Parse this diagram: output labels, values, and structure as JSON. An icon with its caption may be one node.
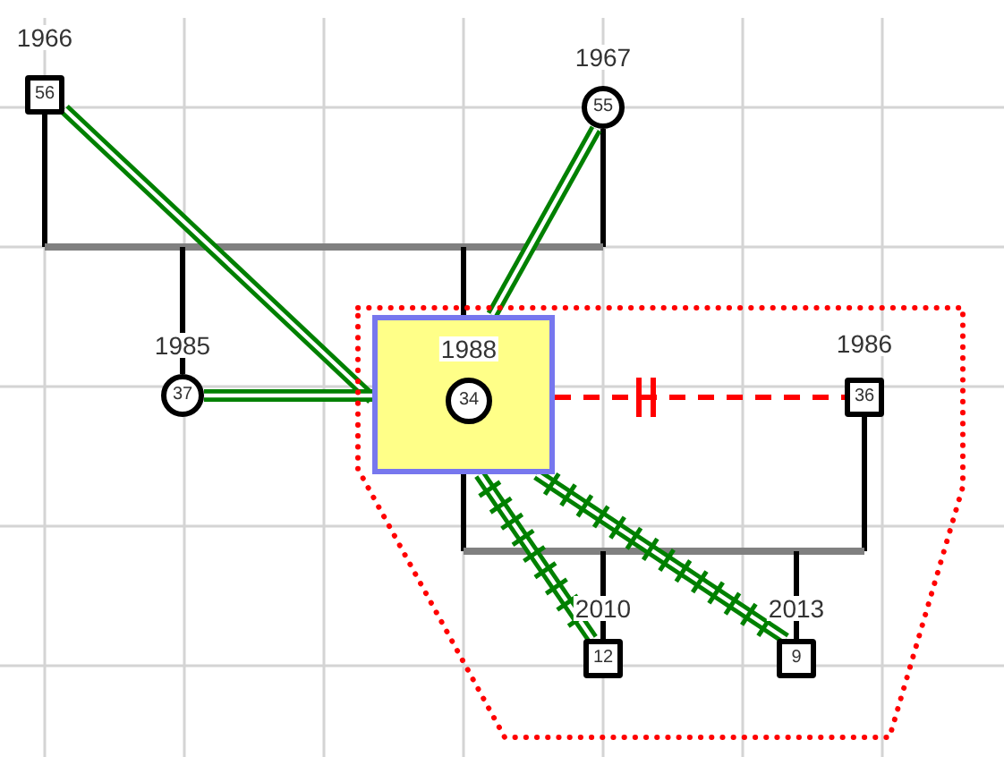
{
  "diagram": {
    "nodes": [
      {
        "text": [
          "56"
        ],
        "beside": [
          "1966"
        ]
      },
      {
        "text": [
          "55"
        ],
        "beside": [
          "1967"
        ]
      },
      {
        "text": [
          "37"
        ],
        "beside": [
          "1985"
        ]
      },
      {
        "text": [],
        "shape": "polygon"
      },
      {
        "text": [],
        "shape": "box",
        "in": 3
      },
      {
        "text": [
          "34"
        ],
        "beside": [
          "1988"
        ],
        "in": 4
      },
      {
        "text": [
          "36"
        ],
        "beside": [
          "1986"
        ],
        "in": 3
      },
      {
        "text": [
          "12"
        ],
        "beside": [
          "2010"
        ],
        "in": 3
      },
      {
        "text": [
          "9"
        ],
        "beside": [
          "2013"
        ],
        "in": 3
      }
    ],
    "edges": [
      {
        "from": 0,
        "to": 1,
        "arrow": "none",
        "color": "#808080"
      },
      {
        "from": null,
        "to": 2,
        "arrow": "none",
        "color": "#000000"
      },
      {
        "from": null,
        "to": 4,
        "arrow": "none",
        "color": "#000000"
      },
      {
        "from": 0,
        "to": 4,
        "arrow": "none",
        "color": "#008000"
      },
      {
        "from": 1,
        "to": 4,
        "arrow": "none",
        "color": "#008000"
      },
      {
        "from": 2,
        "to": 4,
        "arrow": "none",
        "color": "#008000"
      },
      {
        "from": 4,
        "to": 6,
        "arrow": "none",
        "style": "dashed",
        "color": "#ff0000"
      },
      {
        "from": 4,
        "to": 6,
        "arrow": "none",
        "color": "#808080"
      },
      {
        "from": null,
        "to": 7,
        "arrow": "none",
        "color": "#000000"
      },
      {
        "from": null,
        "to": 8,
        "arrow": "none",
        "color": "#000000"
      },
      {
        "from": 4,
        "to": 7,
        "arrow": "none",
        "color": "#008000"
      },
      {
        "from": 4,
        "to": 8,
        "arrow": "none",
        "color": "#008000"
      }
    ]
  }
}
